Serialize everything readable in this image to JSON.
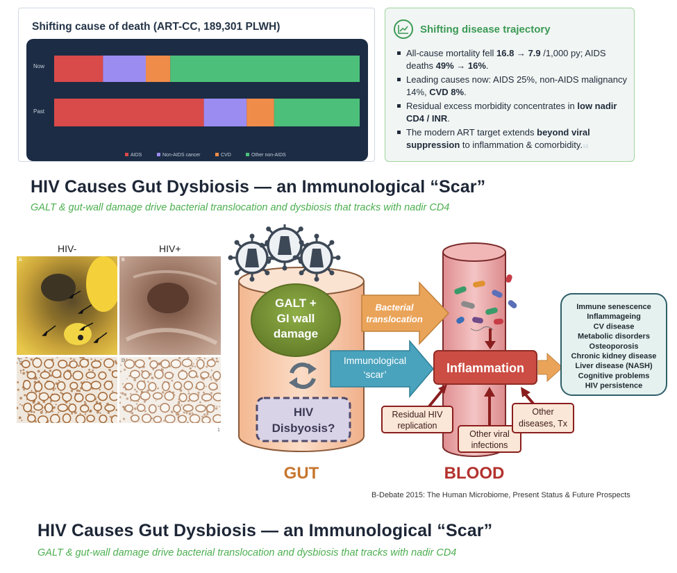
{
  "card_chart": {
    "title": "Shifting cause of death (ART-CC, 189,301 PLWH)"
  },
  "chart_data": {
    "type": "bar",
    "orientation": "horizontal",
    "stacked": true,
    "categories": [
      "Now",
      "Past"
    ],
    "series": [
      {
        "name": "AIDS",
        "color": "#d94a4a",
        "values": [
          16,
          49
        ]
      },
      {
        "name": "Non-AIDS cancer",
        "color": "#9b8cf2",
        "values": [
          14,
          14
        ]
      },
      {
        "name": "CVD",
        "color": "#f08c4a",
        "values": [
          8,
          9
        ]
      },
      {
        "name": "Other non-AIDS",
        "color": "#4cc07a",
        "values": [
          62,
          28
        ]
      }
    ],
    "xlim": [
      0,
      100
    ],
    "grid": false,
    "legend": "bottom"
  },
  "card_trajectory": {
    "title": "Shifting disease trajectory",
    "icon": "trend-chart-icon",
    "bullets": [
      [
        {
          "t": "All-cause mortality fell "
        },
        {
          "t": "16.8 → 7.9",
          "b": true
        },
        {
          "t": " /1,000 py; AIDS deaths "
        },
        {
          "t": "49% → 16%",
          "b": true
        },
        {
          "t": "."
        }
      ],
      [
        {
          "t": "Leading causes now: AIDS 25%, non-AIDS malignancy 14%, "
        },
        {
          "t": "CVD 8%",
          "b": true
        },
        {
          "t": "."
        }
      ],
      [
        {
          "t": "Residual excess morbidity concentrates in "
        },
        {
          "t": "low nadir CD4 / INR",
          "b": true
        },
        {
          "t": "."
        }
      ],
      [
        {
          "t": "The modern ART target extends "
        },
        {
          "t": "beyond viral suppression",
          "b": true
        },
        {
          "t": " to inflammation & comorbidity."
        },
        {
          "t": "13",
          "tiny": true
        }
      ]
    ]
  },
  "slide1": {
    "title": "HIV Causes Gut Dysbiosis — an Immunological “Scar”",
    "subtitle": "GALT & gut-wall damage drive bacterial translocation and dysbiosis that tracks with nadir CD4"
  },
  "micro": {
    "label_neg": "HIV-",
    "label_pos": "HIV+",
    "letters": [
      "A",
      "B",
      "C",
      "D"
    ],
    "corner": "1"
  },
  "diagram": {
    "galt": [
      "GALT +",
      "GI wall",
      "damage"
    ],
    "dysbiosis": [
      "HIV",
      "Disbyosis?"
    ],
    "bacterial": [
      "Bacterial",
      "translocation"
    ],
    "scar": [
      "Immunological",
      "‘scar’"
    ],
    "inflammation": "Inflammation",
    "residual": [
      "Residual HIV",
      "replication"
    ],
    "other_viral": [
      "Other viral",
      "infections"
    ],
    "other_dis": [
      "Other",
      "diseases, Tx"
    ],
    "gut": "GUT",
    "blood": "BLOOD",
    "outcomes": [
      "Immune senescence",
      "Inflammageing",
      "CV disease",
      "Metabolic disorders",
      "Osteoporosis",
      "Chronic kidney disease",
      "Liver disease (NASH)",
      "Cognitive problems",
      "HIV persistence"
    ],
    "colors": {
      "gut": "#f5c7a4",
      "blood": "#e9a4a6",
      "galt": "#7d9a3a",
      "bacterial_arrow": "#eaa45a",
      "scar_arrow": "#4aa3bd",
      "inflammation": "#cc4d43",
      "gut_label": "#c7762e",
      "blood_label": "#b3322e"
    }
  },
  "credit": "B-Debate 2015: The Human Microbiome, Present Status & Future Prospects",
  "slide2": {
    "title": "HIV Causes Gut Dysbiosis — an Immunological “Scar”",
    "subtitle": "GALT & gut-wall damage drive bacterial translocation and dysbiosis that tracks with nadir CD4"
  }
}
